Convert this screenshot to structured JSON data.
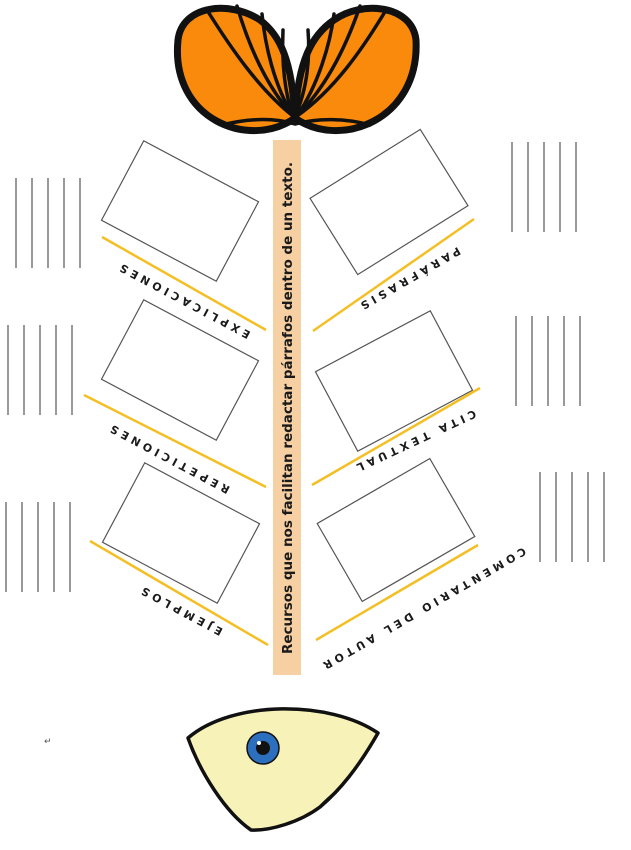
{
  "spine_label": "Recursos que nos facilitan redactar párrafos dentro de un texto.",
  "categories": {
    "explicaciones": "EXPLICACIONES",
    "repeticiones": "REPETICIONES",
    "ejemplos": "EJEMPLOS",
    "parafrasis": "PARÁFRASIS",
    "cita_textual": "CITA TEXTUAL",
    "comentario_autor": "COMENTARIO DEL AUTOR"
  },
  "return_mark": "↵",
  "colors": {
    "tail_orange": "#f98a0c",
    "spine_fill": "#f6cfa2",
    "bone_line": "#f4bf25",
    "head_fill": "#f7f3b8",
    "eye_blue": "#2c6fbf",
    "outline": "#111111"
  },
  "icons": [
    "fish-tail-icon",
    "fish-head-icon",
    "fish-eye-icon"
  ]
}
